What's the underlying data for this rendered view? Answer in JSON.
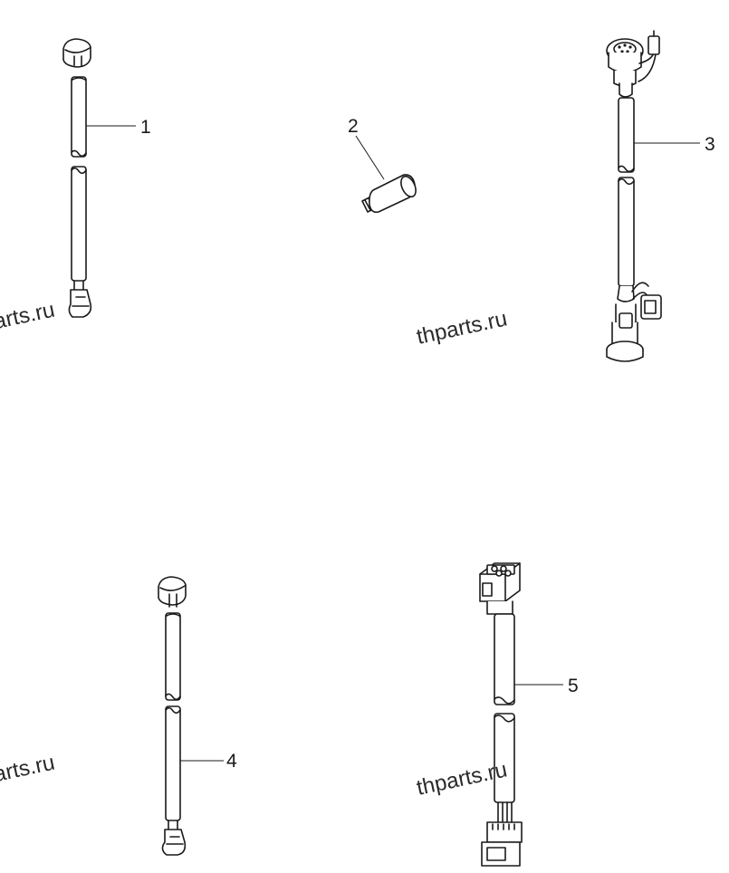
{
  "callouts": {
    "part1": "1",
    "part2": "2",
    "part3": "3",
    "part4": "4",
    "part5": "5"
  },
  "watermark": {
    "partial_top_left": "parts.ru",
    "top_center": "thparts.ru",
    "partial_bottom_left": "parts.ru",
    "bottom_center": "thparts.ru"
  }
}
